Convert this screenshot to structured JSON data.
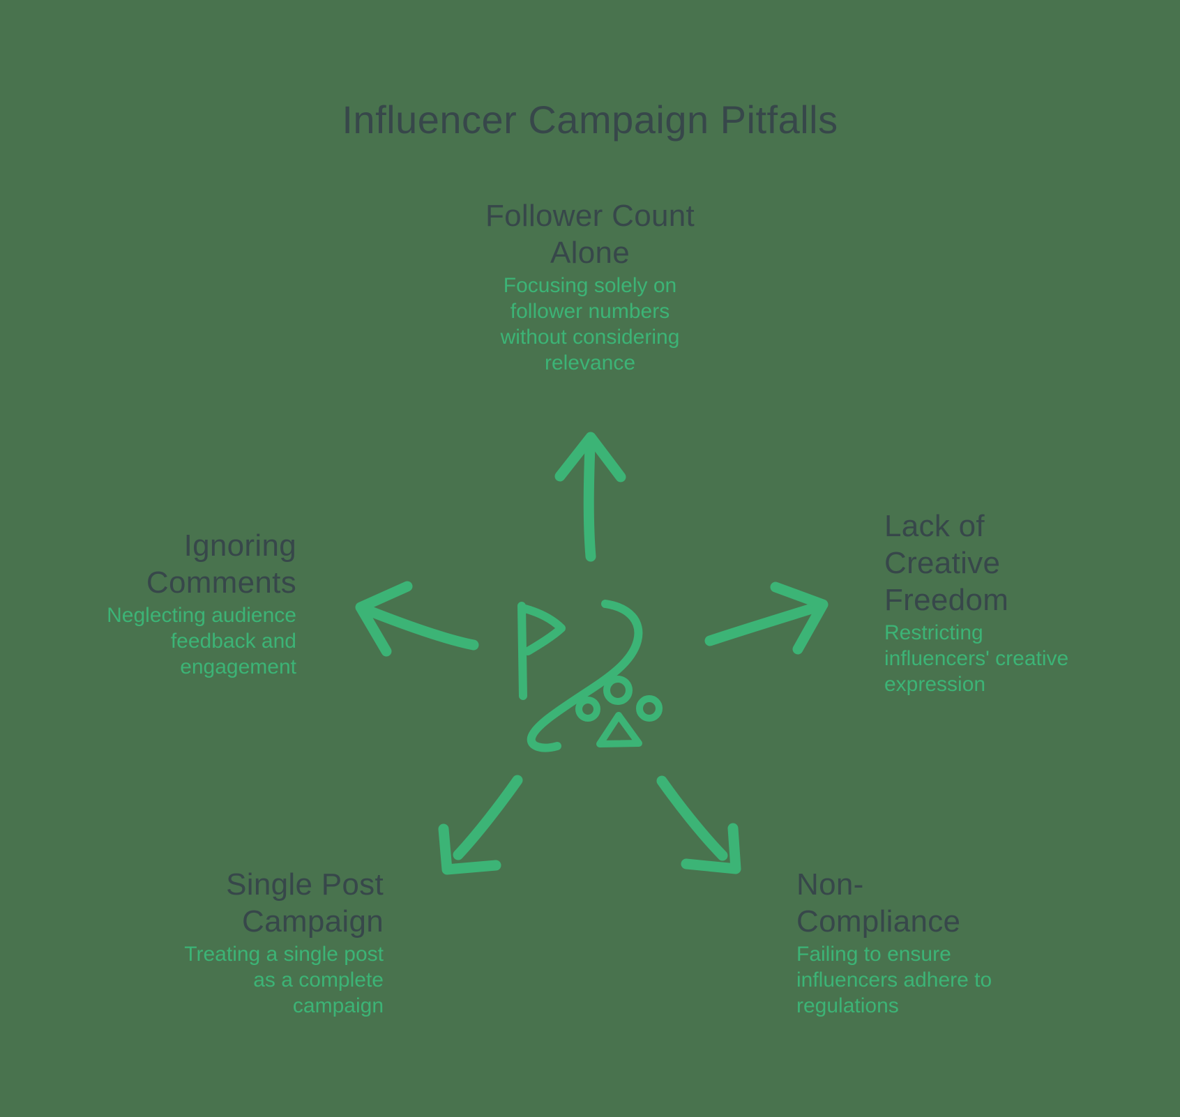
{
  "title": "Influencer Campaign Pitfalls",
  "colors": {
    "background": "#49734e",
    "heading": "#37474a",
    "accent": "#3cb476"
  },
  "center_icon": {
    "name": "flag-winding-path-paw-icon",
    "parts": [
      "flag-pennant",
      "winding-path",
      "paw-print"
    ]
  },
  "arrows": [
    "up",
    "left",
    "right",
    "down-left",
    "down-right"
  ],
  "items": [
    {
      "position": "top",
      "heading": "Follower Count Alone",
      "heading_lines": [
        "Follower Count",
        "Alone"
      ],
      "description": "Focusing solely on follower numbers without considering relevance",
      "description_lines": [
        "Focusing solely on",
        "follower numbers",
        "without considering",
        "relevance"
      ]
    },
    {
      "position": "right",
      "heading": "Lack of Creative Freedom",
      "heading_lines": [
        "Lack of",
        "Creative",
        "Freedom"
      ],
      "description": "Restricting influencers' creative expression",
      "description_lines": [
        "Restricting",
        "influencers' creative",
        "expression"
      ]
    },
    {
      "position": "bottom-right",
      "heading": "Non-Compliance",
      "heading_lines": [
        "Non-",
        "Compliance"
      ],
      "description": "Failing to ensure influencers adhere to regulations",
      "description_lines": [
        "Failing to ensure",
        "influencers adhere to",
        "regulations"
      ]
    },
    {
      "position": "bottom-left",
      "heading": "Single Post Campaign",
      "heading_lines": [
        "Single Post",
        "Campaign"
      ],
      "description": "Treating a single post as a complete campaign",
      "description_lines": [
        "Treating a single post",
        "as a complete",
        "campaign"
      ]
    },
    {
      "position": "left",
      "heading": "Ignoring Comments",
      "heading_lines": [
        "Ignoring",
        "Comments"
      ],
      "description": "Neglecting audience feedback and engagement",
      "description_lines": [
        "Neglecting audience",
        "feedback and",
        "engagement"
      ]
    }
  ]
}
